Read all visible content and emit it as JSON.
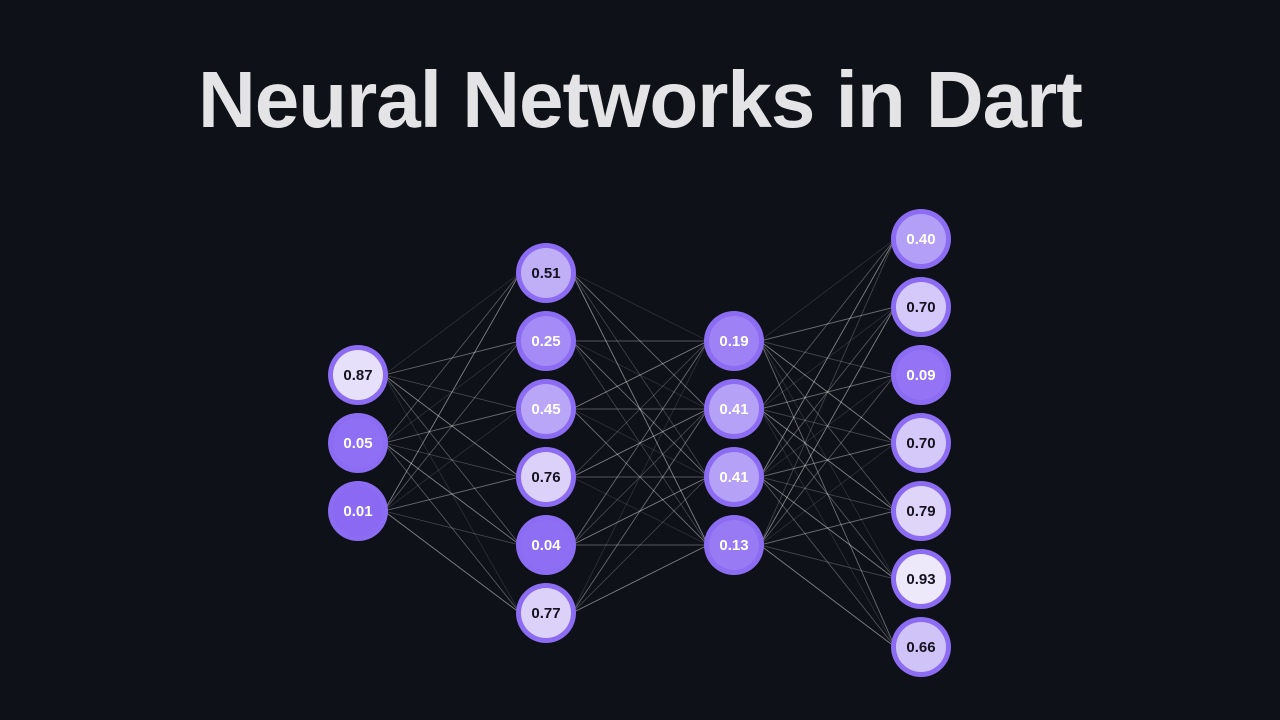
{
  "title": "Neural Networks in Dart",
  "colors": {
    "background": "#0e1118",
    "title": "#e4e4e6",
    "node_ring": "#8b6cf2",
    "node_fill_low": "#8a68f3",
    "node_fill_high": "#f4f2fb",
    "connection": "#ffffff"
  },
  "network": {
    "layers": [
      {
        "values": [
          "0.87",
          "0.05",
          "0.01"
        ]
      },
      {
        "values": [
          "0.51",
          "0.25",
          "0.45",
          "0.76",
          "0.04",
          "0.77"
        ]
      },
      {
        "values": [
          "0.19",
          "0.41",
          "0.41",
          "0.13"
        ]
      },
      {
        "values": [
          "0.40",
          "0.70",
          "0.09",
          "0.70",
          "0.79",
          "0.93",
          "0.66"
        ]
      }
    ]
  }
}
